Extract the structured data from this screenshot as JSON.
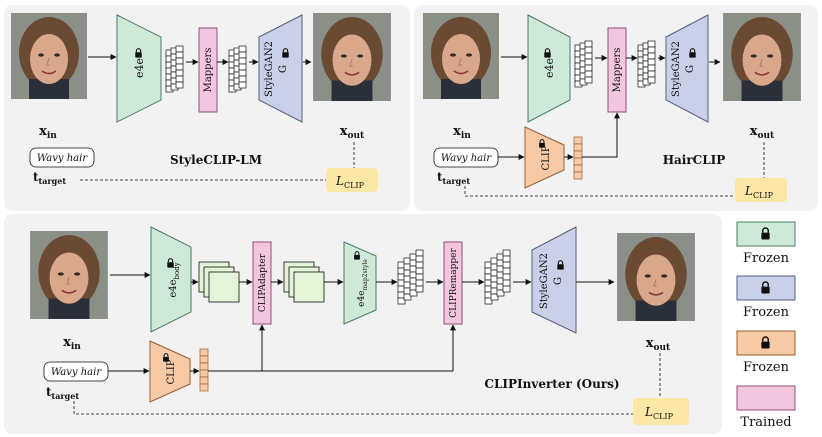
{
  "colors": {
    "panel_bg": "#f2f2f2",
    "frozen_green": "#cfe9d9",
    "frozen_green_stroke": "#4a7c62",
    "frozen_blue": "#c9d0e8",
    "frozen_blue_stroke": "#56607f",
    "frozen_orange": "#f6c9a7",
    "frozen_orange_stroke": "#9a5e32",
    "trained_pink": "#f3c6e0",
    "trained_pink_stroke": "#8f4f75",
    "loss_yellow": "#fce8a6",
    "face_skin": "#d9a78a",
    "face_hair": "#6b4a33"
  },
  "panel_top_left": {
    "input_label": "x",
    "input_sub": "in",
    "encoder": "e4e",
    "mappers": "Mappers",
    "generator_line1": "StyleGAN2",
    "generator_line2": "G",
    "output_label": "x",
    "output_sub": "out",
    "text_prompt": "Wavy hair",
    "target_label": "t",
    "target_sub": "target",
    "method_name": "StyleCLIP-LM",
    "loss_label": "L",
    "loss_sub": "CLIP"
  },
  "panel_top_right": {
    "input_label": "x",
    "input_sub": "in",
    "encoder": "e4e",
    "mappers": "Mappers",
    "generator_line1": "StyleGAN2",
    "generator_line2": "G",
    "output_label": "x",
    "output_sub": "out",
    "clip": "CLIP",
    "text_prompt": "Wavy hair",
    "target_label": "t",
    "target_sub": "target",
    "method_name": "HairCLIP",
    "loss_label": "L",
    "loss_sub": "CLIP"
  },
  "panel_bottom": {
    "input_label": "x",
    "input_sub": "in",
    "encoder_main": "e4e",
    "encoder_sub": "body",
    "adapter": "CLIPAdapter",
    "map_encoder_main": "e4e",
    "map_encoder_sub": "map2style",
    "remapper": "CLIPRemapper",
    "generator_line1": "StyleGAN2",
    "generator_line2": "G",
    "output_label": "x",
    "output_sub": "out",
    "clip": "CLIP",
    "text_prompt": "Wavy hair",
    "target_label": "t",
    "target_sub": "target",
    "method_name": "CLIPInverter (Ours)",
    "loss_label": "L",
    "loss_sub": "CLIP"
  },
  "legend": [
    {
      "label": "Frozen",
      "color": "#cfe9d9",
      "stroke": "#4a7c62",
      "icon": "lock-icon"
    },
    {
      "label": "Frozen",
      "color": "#c9d0e8",
      "stroke": "#56607f",
      "icon": "lock-icon"
    },
    {
      "label": "Frozen",
      "color": "#f6c9a7",
      "stroke": "#9a5e32",
      "icon": "lock-icon"
    },
    {
      "label": "Trained",
      "color": "#f3c6e0",
      "stroke": "#8f4f75",
      "icon": ""
    }
  ]
}
